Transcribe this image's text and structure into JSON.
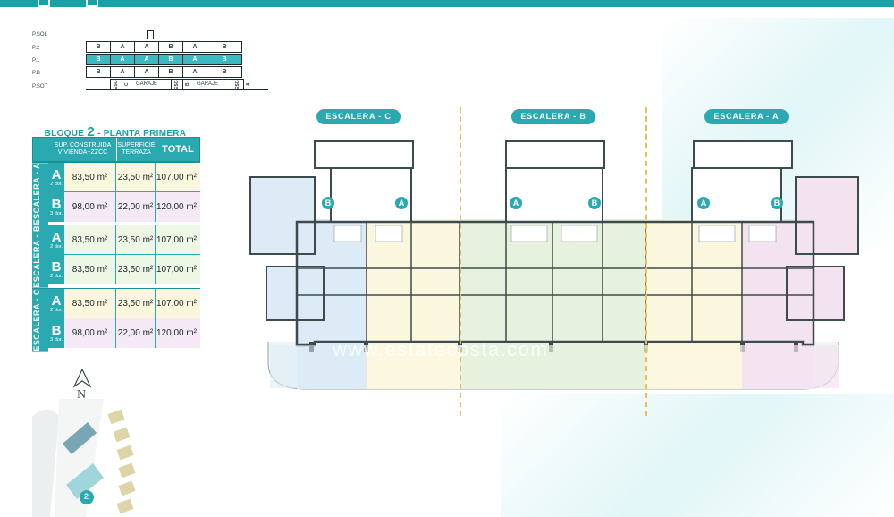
{
  "section": {
    "levels": [
      "P.SOL",
      "P.2",
      "P.1",
      "P.B",
      "P.SOT"
    ],
    "rows": [
      {
        "cells": [
          "B",
          "A",
          "A",
          "B",
          "A",
          "B"
        ],
        "highlight": false
      },
      {
        "cells": [
          "B",
          "A",
          "A",
          "B",
          "A",
          "B"
        ],
        "highlight": true
      },
      {
        "cells": [
          "B",
          "A",
          "A",
          "B",
          "A",
          "B"
        ],
        "highlight": false
      }
    ],
    "basement": [
      "ESC-C",
      "GARAJE",
      "ESC-B",
      "GARAJE",
      "ESC-A"
    ]
  },
  "table": {
    "title_prefix": "BLOQUE",
    "title_number": "2",
    "title_suffix": "- PLANTA PRIMERA",
    "headers": {
      "col1": "SUP. CONSTRUIDA VIVIENDA+ZZCC",
      "col2": "SUPERFICIE TERRAZA",
      "col3": "TOTAL"
    },
    "groups": [
      {
        "label": "ESCALERA - A",
        "rows": [
          {
            "type": "A",
            "dorms": "2 dor.",
            "built": "83,50 m²",
            "terrace": "23,50 m²",
            "total": "107,00 m²"
          },
          {
            "type": "B",
            "dorms": "3 dor.",
            "built": "98,00 m²",
            "terrace": "22,00 m²",
            "total": "120,00 m²"
          }
        ]
      },
      {
        "label": "ESCALERA - B",
        "rows": [
          {
            "type": "A",
            "dorms": "2 dor.",
            "built": "83,50 m²",
            "terrace": "23,50 m²",
            "total": "107,00 m²"
          },
          {
            "type": "B",
            "dorms": "2 dor.",
            "built": "83,50 m²",
            "terrace": "23,50 m²",
            "total": "107,00 m²"
          }
        ]
      },
      {
        "label": "ESCALERA - C",
        "rows": [
          {
            "type": "A",
            "dorms": "2 dor.",
            "built": "83,50 m²",
            "terrace": "23,50 m²",
            "total": "107,00 m²"
          },
          {
            "type": "B",
            "dorms": "3 dor.",
            "built": "98,00 m²",
            "terrace": "22,00 m²",
            "total": "120,00 m²"
          }
        ]
      }
    ]
  },
  "compass": {
    "label": "N"
  },
  "sitemap": {
    "block_number": "2"
  },
  "plan": {
    "stairs": [
      {
        "label": "ESCALERA - C"
      },
      {
        "label": "ESCALERA - B"
      },
      {
        "label": "ESCALERA - A"
      }
    ],
    "markers": [
      "B",
      "A",
      "A",
      "B",
      "A",
      "B"
    ],
    "watermark": "www.estatecosta.com"
  },
  "colors": {
    "accent": "#2aaab0",
    "divider": "#e5c056",
    "unit_blue": "#dcebf6",
    "unit_yellow": "#fbf7df",
    "unit_green": "#e6f2de",
    "unit_lilac": "#f3e3f1"
  }
}
